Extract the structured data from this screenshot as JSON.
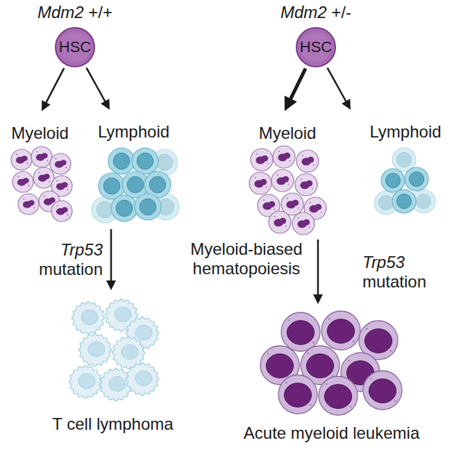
{
  "diagram": {
    "nodes": [
      {
        "text": [
          "Mdm2 +/+",
          "HSC"
        ]
      },
      {
        "text": [
          "Myeloid"
        ]
      },
      {
        "text": [
          "Lymphoid"
        ]
      },
      {
        "text": [
          "T cell lymphoma"
        ]
      },
      {
        "text": [
          "Mdm2 +/-",
          "HSC"
        ]
      },
      {
        "text": [
          "Myeloid",
          "Myeloid-biased hematopoiesis"
        ]
      },
      {
        "text": [
          "Lymphoid"
        ]
      },
      {
        "text": [
          "Acute myeloid leukemia"
        ]
      }
    ],
    "edges": [
      {
        "from": 0,
        "to": 1,
        "arrow": "to"
      },
      {
        "from": 0,
        "to": 2,
        "arrow": "to"
      },
      {
        "from": 2,
        "to": 3,
        "label": "Trp53 mutation",
        "arrow": "to"
      },
      {
        "from": 4,
        "to": 5,
        "arrow": "to"
      },
      {
        "from": 4,
        "to": 6,
        "arrow": "to"
      },
      {
        "from": 5,
        "to": 7,
        "label": "Trp53 mutation",
        "arrow": "to"
      }
    ]
  }
}
